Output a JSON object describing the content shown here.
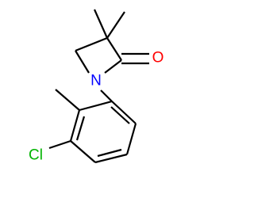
{
  "atoms": {
    "oxygen": {
      "label": "O",
      "color": "#ff0000"
    },
    "nitrogen": {
      "label": "N",
      "color": "#0000ff"
    },
    "chlorine": {
      "label": "Cl",
      "color": "#00b300"
    }
  },
  "bond_color": "#000000",
  "background": "#ffffff"
}
